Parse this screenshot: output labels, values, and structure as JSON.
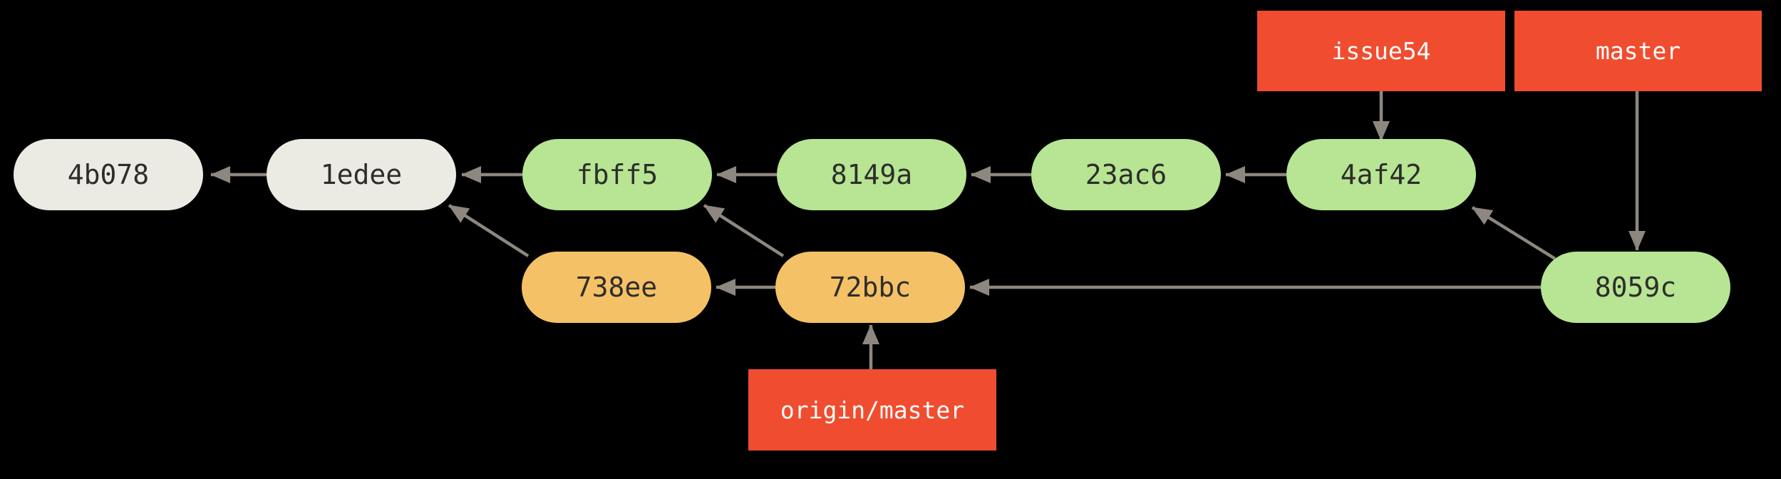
{
  "diagram": {
    "type": "git-commit-graph",
    "background": "#000000",
    "arrow_color": "#8D8780",
    "node_colors": {
      "neutral": "#ECEBE3",
      "green": "#B7E593",
      "orange": "#F5C167",
      "ref_red": "#F04D30"
    },
    "commits": [
      {
        "id": "4b078",
        "label": "4b078",
        "kind": "neutral"
      },
      {
        "id": "1edee",
        "label": "1edee",
        "kind": "neutral"
      },
      {
        "id": "fbff5",
        "label": "fbff5",
        "kind": "green"
      },
      {
        "id": "8149a",
        "label": "8149a",
        "kind": "green"
      },
      {
        "id": "23ac6",
        "label": "23ac6",
        "kind": "green"
      },
      {
        "id": "4af42",
        "label": "4af42",
        "kind": "green"
      },
      {
        "id": "738ee",
        "label": "738ee",
        "kind": "orange"
      },
      {
        "id": "72bbc",
        "label": "72bbc",
        "kind": "orange"
      },
      {
        "id": "8059c",
        "label": "8059c",
        "kind": "green"
      }
    ],
    "refs": [
      {
        "id": "issue54",
        "label": "issue54"
      },
      {
        "id": "master",
        "label": "master"
      },
      {
        "id": "origin-master",
        "label": "origin/master"
      }
    ],
    "edges": [
      {
        "from": "1edee",
        "to": "4b078"
      },
      {
        "from": "fbff5",
        "to": "1edee"
      },
      {
        "from": "8149a",
        "to": "fbff5"
      },
      {
        "from": "23ac6",
        "to": "8149a"
      },
      {
        "from": "4af42",
        "to": "23ac6"
      },
      {
        "from": "72bbc",
        "to": "738ee"
      },
      {
        "from": "8059c",
        "to": "72bbc"
      },
      {
        "from": "738ee",
        "to": "1edee"
      },
      {
        "from": "72bbc",
        "to": "fbff5"
      },
      {
        "from": "8059c",
        "to": "4af42"
      },
      {
        "from": "issue54",
        "to": "4af42"
      },
      {
        "from": "master",
        "to": "8059c"
      },
      {
        "from": "origin/master",
        "to": "72bbc"
      }
    ]
  }
}
